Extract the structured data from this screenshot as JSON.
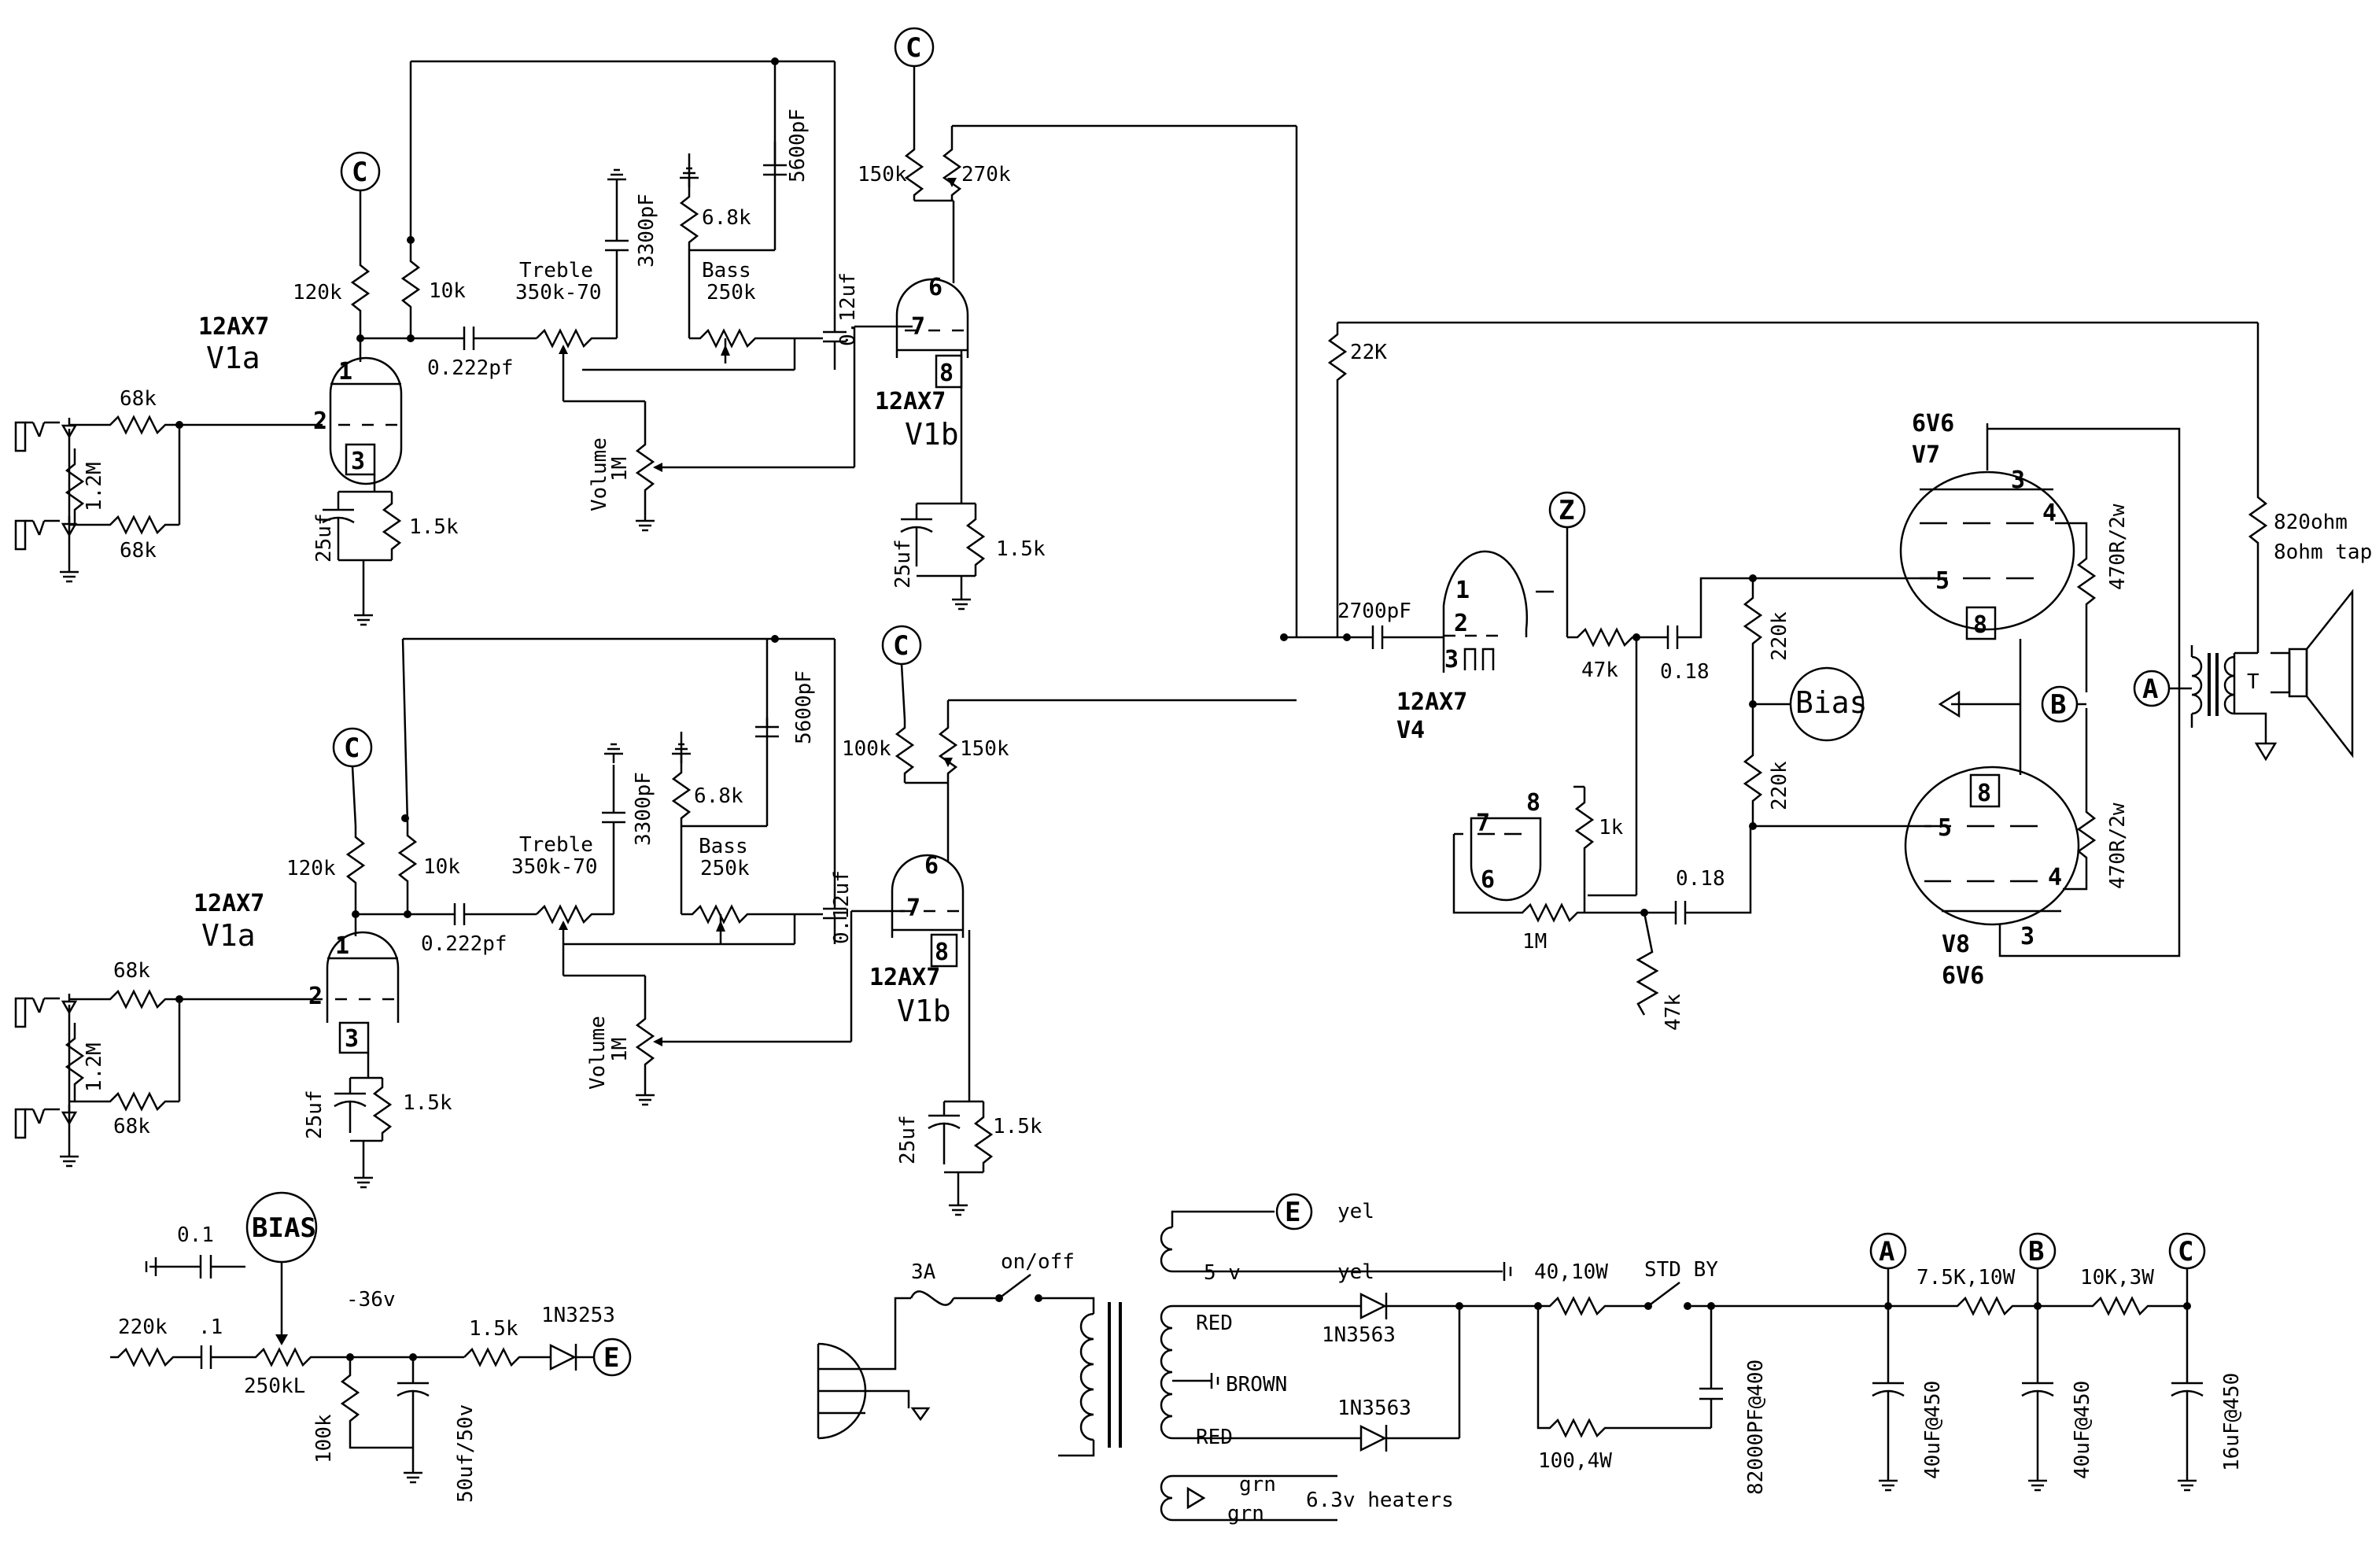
{
  "preamp_top": {
    "v1a_type": "12AX7",
    "v1a_name": "V1a",
    "r_in1": "68k",
    "r_in2": "68k",
    "r_grid": "1.2M",
    "pin1": "1",
    "pin2": "2",
    "pin3": "3",
    "c_cath": "25uf",
    "r_cath": "1.5k",
    "r_plate": "120k",
    "r_feed": "10k",
    "node_c": "C",
    "c_couple": "0.222pf",
    "treble_name": "Treble",
    "treble_val": "350k-70",
    "c_treble": "3300pF",
    "r_bass_top": "6.8k",
    "bass_name": "Bass",
    "bass_val": "250k",
    "c_mid": "5600pF",
    "c_012": "0.12uf",
    "vol_name": "Volume",
    "vol_val": "1M",
    "v1b_type": "12AX7",
    "v1b_name": "V1b",
    "pin6": "6",
    "pin7": "7",
    "pin8": "8",
    "r_150k": "150k",
    "r_270k": "270k",
    "c_cath_b": "25uf",
    "r_cath_b": "1.5k"
  },
  "preamp_bottom": {
    "v1a_type": "12AX7",
    "v1a_name": "V1a",
    "r_in1": "68k",
    "r_in2": "68k",
    "r_grid": "1.2M",
    "pin1": "1",
    "pin2": "2",
    "pin3": "3",
    "c_cath": "25uf",
    "r_cath": "1.5k",
    "r_plate": "120k",
    "r_feed": "10k",
    "node_c": "C",
    "c_couple": "0.222pf",
    "treble_name": "Treble",
    "treble_val": "350k-70",
    "c_treble": "3300pF",
    "r_bass_top": "6.8k",
    "bass_name": "Bass",
    "bass_val": "250k",
    "c_mid": "5600pF",
    "c_012": "0.12uf",
    "vol_name": "Volume",
    "vol_val": "1M",
    "v1b_type": "12AX7",
    "v1b_name": "V1b",
    "pin6": "6",
    "pin7": "7",
    "pin8": "8",
    "r_100k": "100k",
    "r_150k": "150k",
    "c_cath_b": "25uf",
    "r_cath_b": "1.5k"
  },
  "phase_inverter": {
    "r_22k": "22K",
    "c_2700": "2700pF",
    "pin1": "1",
    "pin2": "2",
    "pin3": "3",
    "v4_type": "12AX7",
    "v4_name": "V4",
    "node_z": "Z",
    "r_47k": "47k",
    "c_018a": "0.18",
    "pin6": "6",
    "pin7": "7",
    "pin8": "8",
    "r_1k": "1k",
    "r_1m": "1M",
    "c_018b": "0.18",
    "r_47k_b": "47k"
  },
  "power_amp": {
    "v7_type": "6V6",
    "v7_name": "V7",
    "v8_name": "V8",
    "v8_type": "6V6",
    "pin3": "3",
    "pin4": "4",
    "pin5": "5",
    "pin8": "8",
    "r_220k_a": "220k",
    "r_220k_b": "220k",
    "bias_label": "Bias",
    "r_470_a": "470R/2w",
    "r_470_b": "470R/2w",
    "node_a": "A",
    "node_b": "B",
    "r_820": "820ohm",
    "tap_label": "8ohm tap",
    "trans_t": "T"
  },
  "bias_supply": {
    "bias_node": "BIAS",
    "c_01": "0.1",
    "c_1": ".1",
    "r_220k": "220k",
    "pot": "250kL",
    "volt": "-36v",
    "r_100k": "100k",
    "c_50": "50uf/50v",
    "r_15k": "1.5k",
    "diode": "1N3253",
    "node_e": "E"
  },
  "power_supply": {
    "fuse": "3A",
    "switch": "on/off",
    "node_e": "E",
    "yel1": "yel",
    "v5": "5 v",
    "yel2": "yel",
    "red1": "RED",
    "brown": "BROWN",
    "red2": "RED",
    "grn1": "grn",
    "grn2": "grn",
    "heaters": "6.3v heaters",
    "d1": "1N3563",
    "d2": "1N3563",
    "r_40": "40,10W",
    "r_100": "100,4W",
    "standby": "STD BY",
    "c_82": "82000PF@400",
    "node_a": "A",
    "r_75k": "7.5K,10W",
    "node_b": "B",
    "r_10k": "10K,3W",
    "node_c": "C",
    "c_40a": "40uF@450",
    "c_40b": "40uF@450",
    "c_16": "16uF@450"
  }
}
